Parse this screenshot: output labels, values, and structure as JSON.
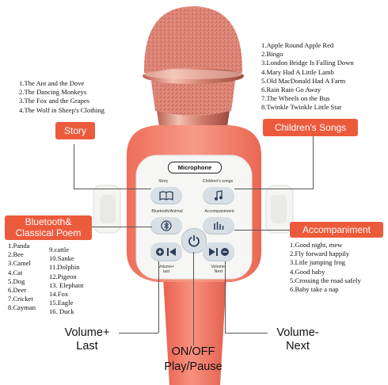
{
  "story_songs": [
    "1.The Ant and the Dove",
    "2.The Dancing Monkeys",
    "3.The Fox and the Grapes",
    "4.The Wolf in Sheep's Clothing"
  ],
  "children_songs": [
    "1.Apple Round Apple Red",
    "2.Bingo",
    "3.London Bridge Is Falling Down",
    "4.Mary Had A Little Lamb",
    "5.Old MacDonald Had A Farm",
    "6.Rain Rain Go Away",
    "7.The Wheels on the Bus",
    "8.Twinkle Twinkle Little Star"
  ],
  "tags": {
    "story": "Story",
    "childrens_songs": "Children's Songs",
    "bluetooth_classical": "Bluetooth&\nClassical Poem",
    "accompaniment": "Accompaniment"
  },
  "animals_col1": [
    "1.Panda",
    "2.Bee",
    "3.Camel",
    "4.Cat",
    "5.Dog",
    "6.Deer",
    "7.Cricket",
    "8.Cayman"
  ],
  "animals_col2": [
    "9.cattle",
    "10.Sanke",
    "11.Dolphin",
    "12.Pigeon",
    "13. Elephant",
    "14.Fox",
    "15.Eagle",
    "16. Duck"
  ],
  "accompaniment_list": [
    "1.Good night, mew",
    "2.Fly forward happily",
    "3.Litle jumping frog",
    "4.Good baby",
    "5.Crossing the road safely",
    "6.Baby take a nap"
  ],
  "device": {
    "brand_label": "Microphone",
    "story_label": "Story",
    "childrens_label": "Children's songs",
    "bluetooth_label": "Bluetooth/Animal",
    "accompaniment_label": "Accompaniment",
    "vol_plus_label": "Volume+\nlast",
    "vol_minus_label": "Volume-\nNext"
  },
  "callouts": {
    "volume_plus": "Volume+\nLast",
    "volume_minus": "Volume-\nNext",
    "on_off": "ON/OFF",
    "play_pause": "Play/Pause"
  },
  "colors": {
    "accent": "#ec5a3c",
    "body_coral": "#f07a66",
    "mesh_rose": "#e2897c",
    "panel_white": "#f5f5f3",
    "button_gray": "#d7dfe5",
    "icon_dark": "#2c3e58"
  }
}
